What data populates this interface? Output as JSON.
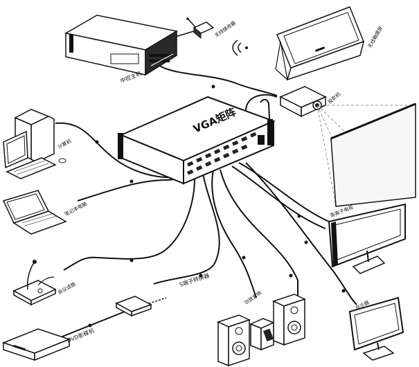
{
  "matrix_label": "VGA矩阵",
  "labels": {
    "control_host": "中控主机",
    "wireless_receiver": "无线接收器",
    "touch_panel": "无线触摸屏",
    "projector": "投影机",
    "computer": "计算机",
    "laptop": "笔记本电脑",
    "plasma": "等离子电视",
    "microphone": "会议话筒",
    "vga_converter": "S端子转换器",
    "dvd": "DVD影碟机",
    "amplifier": "功放音响",
    "monitor": "显示器"
  }
}
